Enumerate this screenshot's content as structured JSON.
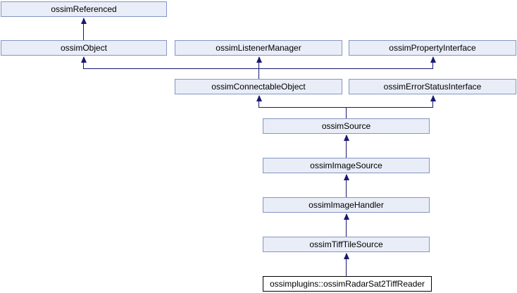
{
  "diagram_type": "class-inheritance-graph",
  "colors": {
    "background": "#FFFFFF",
    "node_fill": "#E9EDF7",
    "node_border": "#8595C4",
    "edge": "#191970",
    "current_fill": "#FFFFFF",
    "current_border": "#000000",
    "text": "#000000"
  },
  "nodes": [
    {
      "label": "ossimReferenced",
      "current": false
    },
    {
      "label": "ossimObject",
      "current": false
    },
    {
      "label": "ossimListenerManager",
      "current": false
    },
    {
      "label": "ossimPropertyInterface",
      "current": false
    },
    {
      "label": "ossimConnectableObject",
      "current": false
    },
    {
      "label": "ossimErrorStatusInterface",
      "current": false
    },
    {
      "label": "ossimSource",
      "current": false
    },
    {
      "label": "ossimImageSource",
      "current": false
    },
    {
      "label": "ossimImageHandler",
      "current": false
    },
    {
      "label": "ossimTiffTileSource",
      "current": false
    },
    {
      "label": "ossimplugins::ossimRadarSat2TiffReader",
      "current": true
    }
  ],
  "edges": [
    {
      "from": "ossimObject",
      "to": "ossimReferenced"
    },
    {
      "from": "ossimConnectableObject",
      "to": "ossimObject"
    },
    {
      "from": "ossimConnectableObject",
      "to": "ossimListenerManager"
    },
    {
      "from": "ossimConnectableObject",
      "to": "ossimPropertyInterface"
    },
    {
      "from": "ossimSource",
      "to": "ossimConnectableObject"
    },
    {
      "from": "ossimSource",
      "to": "ossimErrorStatusInterface"
    },
    {
      "from": "ossimImageSource",
      "to": "ossimSource"
    },
    {
      "from": "ossimImageHandler",
      "to": "ossimImageSource"
    },
    {
      "from": "ossimTiffTileSource",
      "to": "ossimImageHandler"
    },
    {
      "from": "ossimplugins::ossimRadarSat2TiffReader",
      "to": "ossimTiffTileSource"
    }
  ]
}
